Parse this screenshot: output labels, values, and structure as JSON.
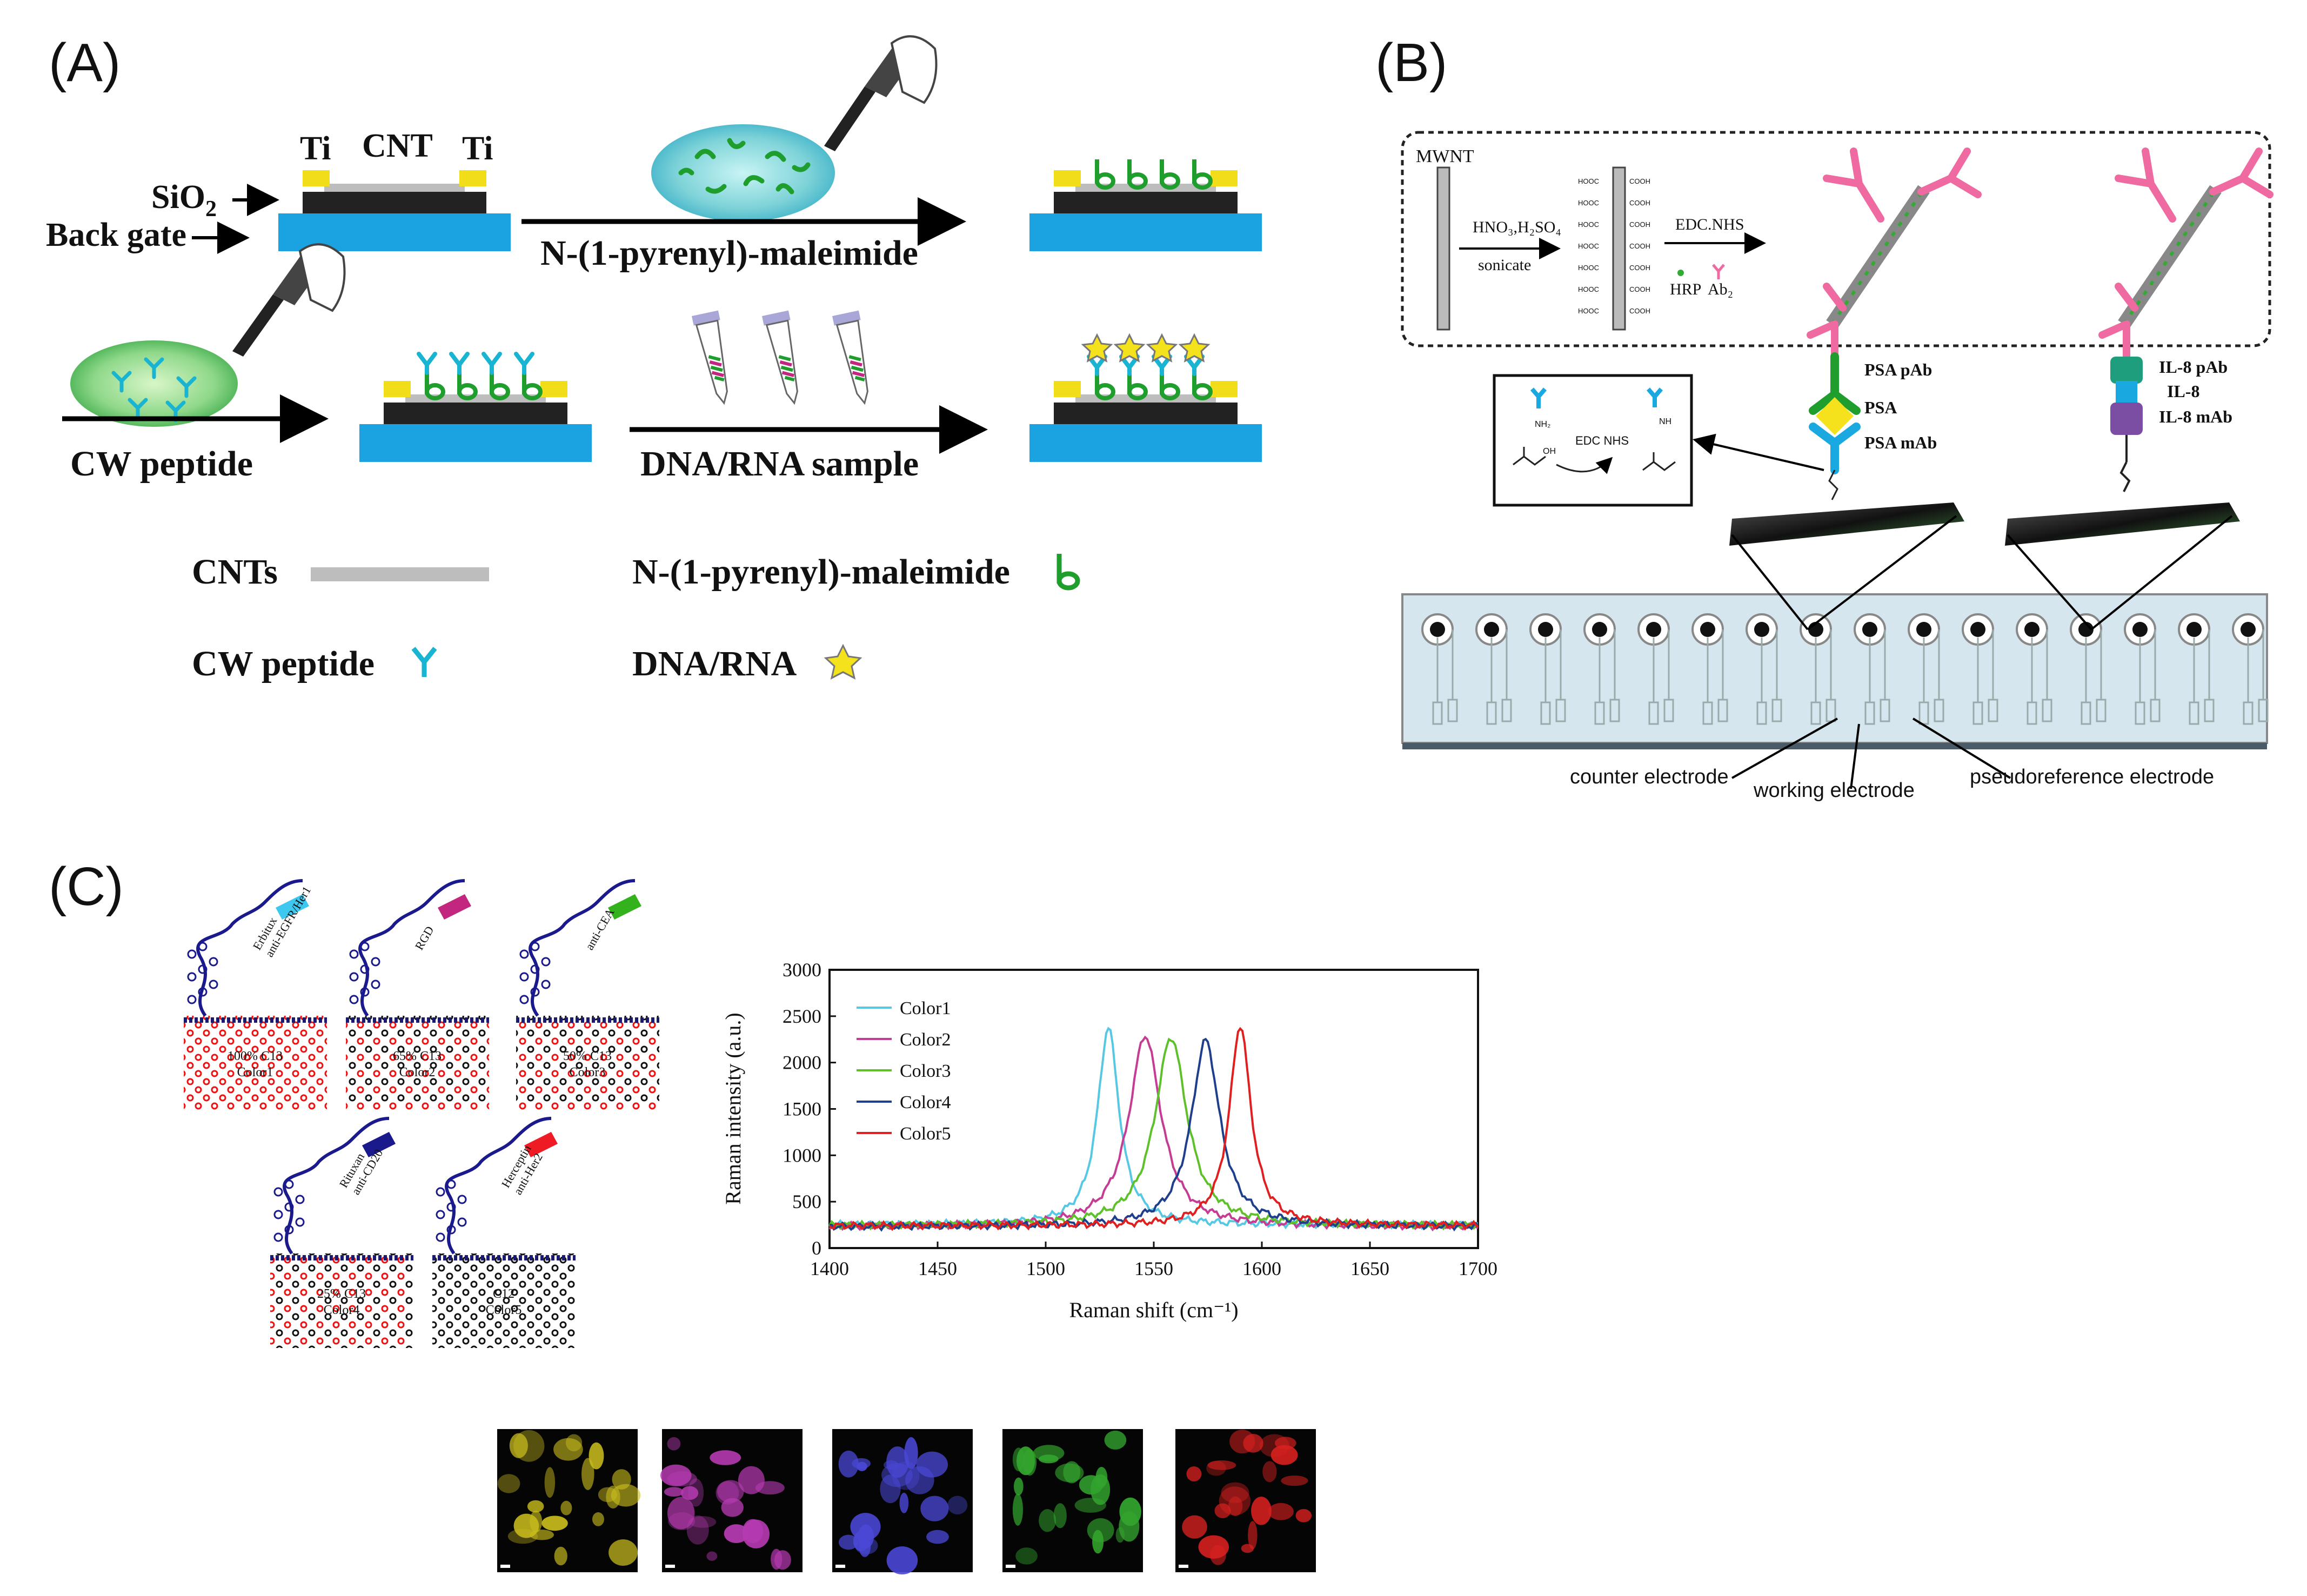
{
  "panel_a": {
    "label": "(A)",
    "ti_left": "Ti",
    "cnt": "CNT",
    "ti_right": "Ti",
    "sio2": "SiO",
    "sio2_sub": "2",
    "back_gate": "Back gate",
    "step1": "N-(1-pyrenyl)-maleimide",
    "step2": "CW peptide",
    "step3": "DNA/RNA sample",
    "legend": {
      "cnts": "CNTs",
      "maleimide": "N-(1-pyrenyl)-maleimide",
      "cw": "CW peptide",
      "dna": "DNA/RNA"
    },
    "colors": {
      "substrate": "#1aa3e0",
      "oxide": "#222222",
      "contact": "#f1dd1a",
      "cnt": "#bdbdbd",
      "linker": "#1f9e2e",
      "peptide": "#18b4d2",
      "star": "#f3e21c"
    }
  },
  "panel_b": {
    "label": "(B)",
    "mwnt": "MWNT",
    "acid": "HNO₃,H₂SO₄",
    "sonicate": "sonicate",
    "edc": "EDC.NHS",
    "hrp": "HRP",
    "ab2": "Ab₂",
    "inset_nh2": "NH₂",
    "inset_oh": "OH",
    "inset_edc": "EDC NHS",
    "inset_nh": "NH",
    "psa_pab": "PSA pAb",
    "psa": "PSA",
    "psa_mab": "PSA mAb",
    "il8_pab": "IL-8 pAb",
    "il8": "IL-8",
    "il8_mab": "IL-8  mAb",
    "counter": "counter electrode",
    "working": "working electrode",
    "pseudo": "pseudoreference electrode",
    "colors": {
      "antibody": "#ee6aa0",
      "pab": "#1f9e2e",
      "psa": "#f5e21c",
      "mab": "#19a9e0",
      "array": "#d6e6ee"
    }
  },
  "panel_c": {
    "label": "(C)",
    "tubes": [
      {
        "antibody": "Erbitux",
        "target": "anti-EGFR/Her1",
        "pct": "100% C13",
        "color_label": "Color1",
        "color": "#3cc8ef"
      },
      {
        "antibody": "",
        "target": "RGD",
        "pct": "65% C13",
        "color_label": "Color2",
        "color": "#c2267f"
      },
      {
        "antibody": "",
        "target": "anti-CEA",
        "pct": "50% C13",
        "color_label": "Color3",
        "color": "#33b21e"
      },
      {
        "antibody": "Rituxan",
        "target": "anti-CD20",
        "pct": "25% C13",
        "color_label": "Color4",
        "color": "#1a1a8c"
      },
      {
        "antibody": "Herceptin",
        "target": "anti-Her2",
        "pct": "C12",
        "color_label": "Color5",
        "color": "#ee1b24"
      }
    ],
    "micrographs": [
      {
        "name": "yellow",
        "color": "#c9bc1e"
      },
      {
        "name": "magenta",
        "color": "#b43ab0"
      },
      {
        "name": "blue",
        "color": "#4a48d6"
      },
      {
        "name": "green",
        "color": "#33a52e"
      },
      {
        "name": "red",
        "color": "#d8211f"
      }
    ]
  },
  "chart_data": {
    "type": "line",
    "xlabel": "Raman shift (cm⁻¹)",
    "ylabel": "Raman intensity (a.u.)",
    "xlim": [
      1400,
      1700
    ],
    "ylim": [
      0,
      3000
    ],
    "xticks": [
      1400,
      1450,
      1500,
      1550,
      1600,
      1650,
      1700
    ],
    "yticks": [
      0,
      500,
      1000,
      1500,
      2000,
      2500,
      3000
    ],
    "grid": false,
    "legend_position": "top-left",
    "series": [
      {
        "name": "Color1",
        "color": "#56c8e4",
        "peak_x": 1529,
        "peak_y": 2380,
        "width": 6,
        "baseline": 250
      },
      {
        "name": "Color2",
        "color": "#c43c93",
        "peak_x": 1546,
        "peak_y": 2290,
        "width": 9,
        "baseline": 230
      },
      {
        "name": "Color3",
        "color": "#5ec02a",
        "peak_x": 1558,
        "peak_y": 2270,
        "width": 9,
        "baseline": 240
      },
      {
        "name": "Color4",
        "color": "#1f3f8c",
        "peak_x": 1574,
        "peak_y": 2240,
        "width": 8,
        "baseline": 230
      },
      {
        "name": "Color5",
        "color": "#e02020",
        "peak_x": 1590,
        "peak_y": 2400,
        "width": 6,
        "baseline": 240
      }
    ]
  }
}
